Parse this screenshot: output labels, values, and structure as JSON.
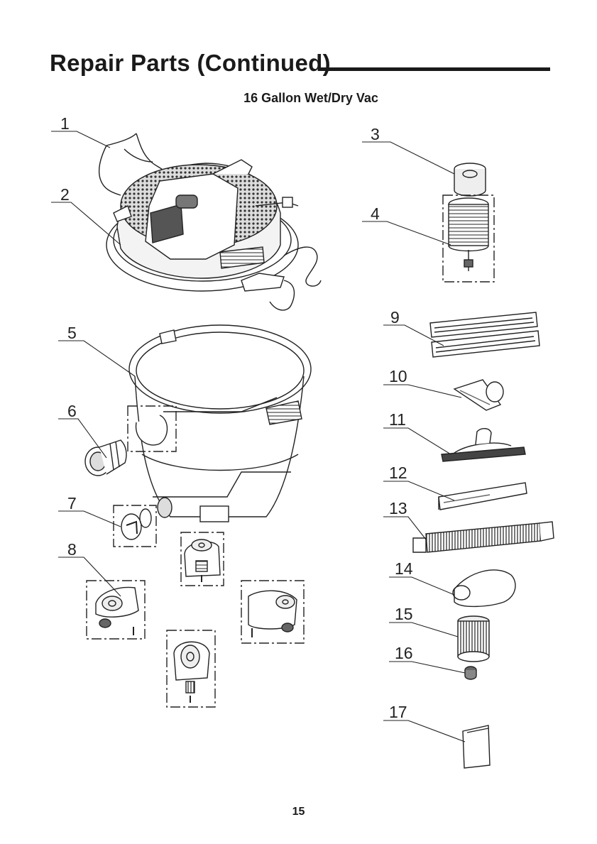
{
  "page": {
    "title": "Repair Parts (Continued)",
    "subtitle": "16 Gallon Wet/Dry Vac",
    "page_number": "15"
  },
  "parts": {
    "1": "1",
    "2": "2",
    "3": "3",
    "4": "4",
    "5": "5",
    "6": "6",
    "7": "7",
    "8": "8",
    "9": "9",
    "10": "10",
    "11": "11",
    "12": "12",
    "13": "13",
    "14": "14",
    "15": "15",
    "16": "16",
    "17": "17"
  }
}
